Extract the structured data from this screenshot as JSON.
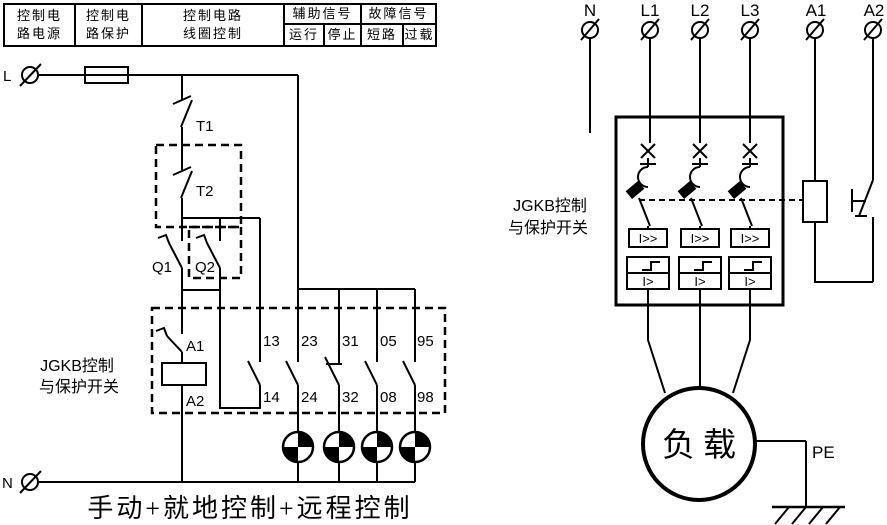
{
  "legend_table": {
    "power": {
      "line1": "控制电",
      "line2": "路电源"
    },
    "protection": {
      "line1": "控制电",
      "line2": "路保护"
    },
    "coil_control": {
      "line1": "控制电路",
      "line2": "线圈控制"
    },
    "aux_signal": {
      "header": "辅助信号",
      "run": "运行",
      "stop": "停止"
    },
    "fault_signal": {
      "header": "故障信号",
      "short_circuit": "短路",
      "overload": "过载"
    }
  },
  "left_circuit": {
    "line_terminal": "L",
    "neutral_terminal": "N",
    "contact_t1": "T1",
    "contact_t2": "T2",
    "button_q1": "Q1",
    "button_q2": "Q2",
    "coil_a1": "A1",
    "coil_a2": "A2",
    "aux_contacts": {
      "no13": "13",
      "no14": "14",
      "no23": "23",
      "no24": "24",
      "nc31": "31",
      "nc32": "32",
      "no05": "05",
      "no08": "08",
      "no95": "95",
      "no98": "98"
    },
    "device_label": {
      "line1": "JGKB控制",
      "line2": "与保护开关"
    },
    "caption": "手动+就地控制+远程控制"
  },
  "right_circuit": {
    "terminals": {
      "n": "N",
      "l1": "L1",
      "l2": "L2",
      "l3": "L3",
      "a1": "A1",
      "a2": "A2"
    },
    "device_label": {
      "line1": "JGKB控制",
      "line2": "与保护开关"
    },
    "instantaneous_release": "I>>",
    "overload_release": "I>",
    "load": "负载",
    "pe": "PE"
  },
  "colors": {
    "line": "#000000",
    "background": "#ffffff"
  }
}
